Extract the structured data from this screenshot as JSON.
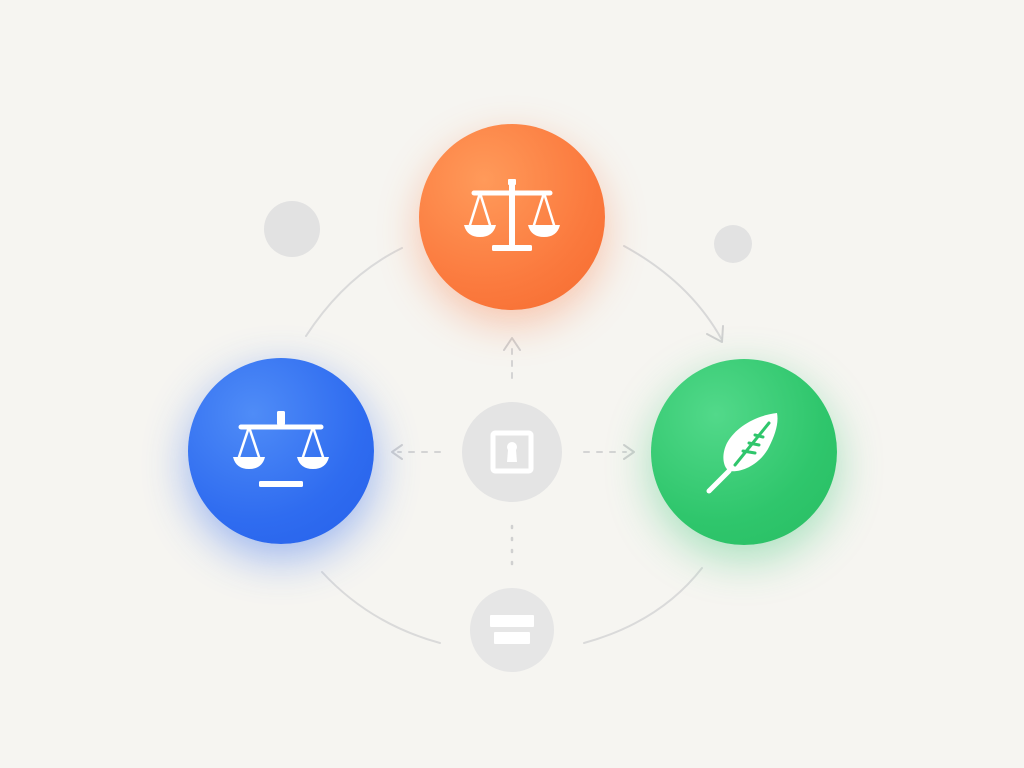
{
  "diagram": {
    "nodes": [
      {
        "id": "top",
        "icon": "scale-icon",
        "color": "#fb7a3e"
      },
      {
        "id": "left",
        "icon": "scale-icon",
        "color": "#2f6cf0"
      },
      {
        "id": "right",
        "icon": "feather-icon",
        "color": "#2fc66c"
      },
      {
        "id": "center",
        "icon": "keyhole-icon",
        "color": "#e4e4e4"
      },
      {
        "id": "bottom",
        "icon": "server-icon",
        "color": "#e6e6e6"
      }
    ],
    "decorations": [
      {
        "id": "dot-left",
        "color": "#e2e2e2"
      },
      {
        "id": "dot-right",
        "color": "#e2e2e2"
      }
    ],
    "connectors": [
      {
        "from": "top",
        "to": "right",
        "style": "curve",
        "arrow": true
      },
      {
        "from": "left",
        "to": "top",
        "style": "curve",
        "arrow": false
      },
      {
        "from": "left",
        "to": "bottom",
        "style": "curve",
        "arrow": false
      },
      {
        "from": "bottom",
        "to": "right",
        "style": "curve",
        "arrow": false
      },
      {
        "from": "center",
        "to": "top",
        "style": "dashed",
        "arrow": true
      },
      {
        "from": "center",
        "to": "left",
        "style": "dashed",
        "arrow": true
      },
      {
        "from": "center",
        "to": "right",
        "style": "dashed",
        "arrow": true
      },
      {
        "from": "center",
        "to": "bottom",
        "style": "dotted",
        "arrow": false
      }
    ],
    "line_color": "#d6d6d6",
    "icon_color": "#ffffff",
    "muted_icon_color": "#ffffff"
  }
}
